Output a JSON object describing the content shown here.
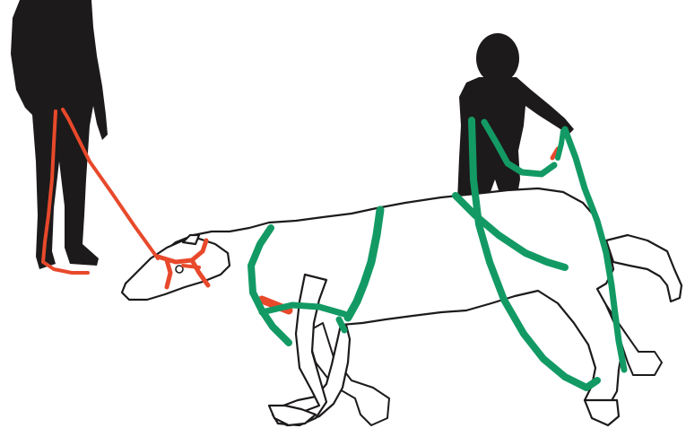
{
  "figure": {
    "colors": {
      "silhouette": "#1d1a1b",
      "animal_outline": "#1d1a1b",
      "lead_rope": "#e8492b",
      "lifting_straps": "#139a64",
      "background": "#ffffff"
    },
    "elements": [
      "handler-left-silhouette",
      "handler-right-silhouette",
      "horse-outline",
      "head-halter",
      "lead-rope",
      "green-lifting-straps"
    ]
  }
}
